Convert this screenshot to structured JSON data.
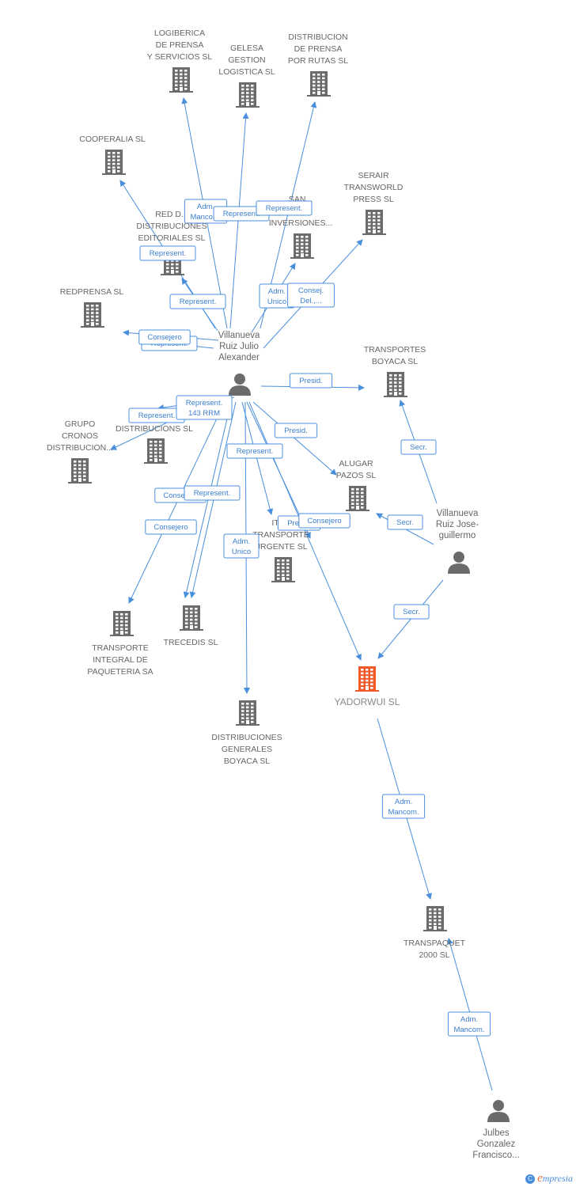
{
  "colors": {
    "edge": "#4a8fdc",
    "building": "#6b6b6b",
    "building_main": "#f05a28",
    "person": "#6b6b6b"
  },
  "nodes": [
    {
      "id": "logiberica",
      "kind": "company",
      "label": [
        "LOGIBERICA",
        "DE PRENSA",
        "Y SERVICIOS SL"
      ]
    },
    {
      "id": "gelesa",
      "kind": "company",
      "label": [
        "GELESA",
        "GESTION",
        "LOGISTICA SL"
      ]
    },
    {
      "id": "distrib_rutas",
      "kind": "company",
      "label": [
        "DISTRIBUCION",
        "DE PRENSA",
        "POR RUTAS SL"
      ]
    },
    {
      "id": "cooperalia",
      "kind": "company",
      "label": [
        "COOPERALIA SL"
      ]
    },
    {
      "id": "serair",
      "kind": "company",
      "label": [
        "SERAIR",
        "TRANSWORLD",
        "PRESS SL"
      ]
    },
    {
      "id": "red_distrib",
      "kind": "company",
      "label": [
        "RED D...",
        "DISTRIBUCIONES",
        "EDITORIALES SL"
      ]
    },
    {
      "id": "san_inversiones",
      "kind": "company",
      "label": [
        "SAN...",
        "...S",
        "INVERSIONES..."
      ]
    },
    {
      "id": "redprensa",
      "kind": "company",
      "label": [
        "REDPRENSA SL"
      ]
    },
    {
      "id": "transportes_boyaca",
      "kind": "company",
      "label": [
        "TRANSPORTES",
        "BOYACA SL"
      ]
    },
    {
      "id": "grupo_cronos",
      "kind": "company",
      "label": [
        "GRUPO",
        "CRONOS",
        "DISTRIBUCION..."
      ]
    },
    {
      "id": "m_distribucions",
      "kind": "company",
      "label": [
        "M...",
        "DISTRIBUCIONS SL"
      ]
    },
    {
      "id": "alugar_pazos",
      "kind": "company",
      "label": [
        "ALUGAR",
        "PAZOS SL"
      ]
    },
    {
      "id": "itac",
      "kind": "company",
      "label": [
        "ITAC",
        "TRANSPORTE",
        "URGENTE SL"
      ]
    },
    {
      "id": "transporte_integral",
      "kind": "company",
      "label": [
        "TRANSPORTE",
        "INTEGRAL DE",
        "PAQUETERIA SA"
      ]
    },
    {
      "id": "trecedis",
      "kind": "company",
      "label": [
        "TRECEDIS SL"
      ]
    },
    {
      "id": "yadorwui",
      "kind": "main",
      "label": [
        "YADORWUI SL"
      ]
    },
    {
      "id": "distrib_generales",
      "kind": "company",
      "label": [
        "DISTRIBUCIONES",
        "GENERALES",
        "BOYACA SL"
      ]
    },
    {
      "id": "transpaquet",
      "kind": "company",
      "label": [
        "TRANSPAQUET",
        "2000 SL"
      ]
    },
    {
      "id": "villanueva_julio",
      "kind": "person",
      "label": [
        "Villanueva",
        "Ruiz Julio",
        "Alexander"
      ]
    },
    {
      "id": "villanueva_jose",
      "kind": "person",
      "label": [
        "Villanueva",
        "Ruiz Jose-",
        "guillermo"
      ]
    },
    {
      "id": "julbes",
      "kind": "person",
      "label": [
        "Julbes",
        "Gonzalez",
        "Francisco..."
      ]
    }
  ],
  "edges": [
    {
      "from": "villanueva_julio",
      "to": "logiberica",
      "label": [
        "Adm.",
        "Mancom."
      ]
    },
    {
      "from": "villanueva_julio",
      "to": "gelesa",
      "label": [
        "Represent."
      ]
    },
    {
      "from": "villanueva_julio",
      "to": "distrib_rutas",
      "label": [
        "Represent."
      ]
    },
    {
      "from": "villanueva_julio",
      "to": "cooperalia",
      "label": [
        "Represent."
      ]
    },
    {
      "from": "villanueva_julio",
      "to": "red_distrib",
      "label": [
        "Represent."
      ]
    },
    {
      "from": "villanueva_julio",
      "to": "san_inversiones",
      "label": [
        "Adm.",
        "Unico"
      ]
    },
    {
      "from": "villanueva_julio",
      "to": "serair",
      "label": [
        "Consej.",
        "Del.,..."
      ]
    },
    {
      "from": "villanueva_julio",
      "to": "redprensa",
      "label": [
        "Represent."
      ]
    },
    {
      "from": "villanueva_julio",
      "to": "redprensa",
      "label": [
        "Consejero"
      ]
    },
    {
      "from": "villanueva_julio",
      "to": "transportes_boyaca",
      "label": [
        "Presid."
      ]
    },
    {
      "from": "villanueva_julio",
      "to": "grupo_cronos",
      "label": [
        "Represent."
      ]
    },
    {
      "from": "villanueva_julio",
      "to": "m_distribucions",
      "label": [
        "Represent.",
        "143 RRM"
      ]
    },
    {
      "from": "villanueva_julio",
      "to": "alugar_pazos",
      "label": [
        "Presid."
      ]
    },
    {
      "from": "villanueva_julio",
      "to": "itac",
      "label": [
        "Represent."
      ]
    },
    {
      "from": "villanueva_julio",
      "to": "trecedis",
      "label": [
        "Consejero"
      ]
    },
    {
      "from": "villanueva_julio",
      "to": "trecedis",
      "label": [
        "Represent."
      ]
    },
    {
      "from": "villanueva_julio",
      "to": "transporte_integral",
      "label": [
        "Consejero"
      ]
    },
    {
      "from": "villanueva_julio",
      "to": "distrib_generales",
      "label": [
        "Adm.",
        "Unico"
      ]
    },
    {
      "from": "villanueva_julio",
      "to": "itac",
      "label": [
        "Presid."
      ]
    },
    {
      "from": "villanueva_julio",
      "to": "yadorwui",
      "label": [
        "Consejero"
      ]
    },
    {
      "from": "villanueva_jose",
      "to": "transportes_boyaca",
      "label": [
        "Secr."
      ]
    },
    {
      "from": "villanueva_jose",
      "to": "alugar_pazos",
      "label": [
        "Secr."
      ]
    },
    {
      "from": "villanueva_jose",
      "to": "yadorwui",
      "label": [
        "Secr."
      ]
    },
    {
      "from": "yadorwui",
      "to": "transpaquet",
      "label": [
        "Adm.",
        "Mancom."
      ]
    },
    {
      "from": "julbes",
      "to": "transpaquet",
      "label": [
        "Adm.",
        "Mancom."
      ]
    }
  ],
  "footer": {
    "copyright_symbol": "C",
    "brand_initial": "e",
    "brand_rest": "mpresia"
  }
}
